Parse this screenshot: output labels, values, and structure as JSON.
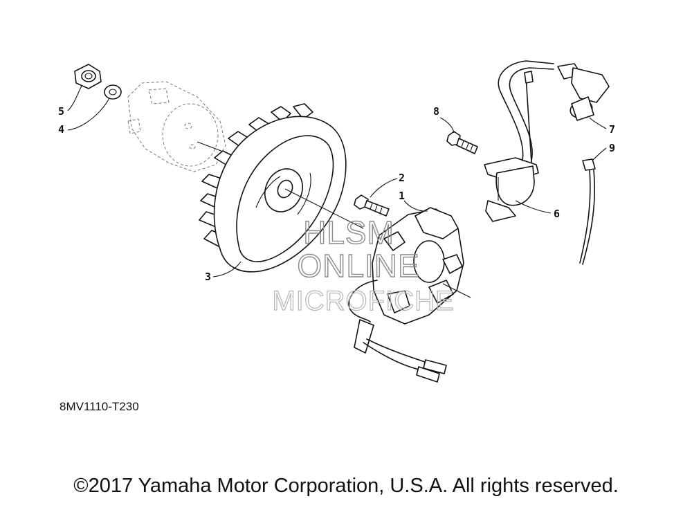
{
  "diagram": {
    "callouts": [
      {
        "id": "1",
        "label": "1"
      },
      {
        "id": "2",
        "label": "2"
      },
      {
        "id": "3",
        "label": "3"
      },
      {
        "id": "4",
        "label": "4"
      },
      {
        "id": "5",
        "label": "5"
      },
      {
        "id": "6",
        "label": "6"
      },
      {
        "id": "7",
        "label": "7"
      },
      {
        "id": "8",
        "label": "8"
      },
      {
        "id": "9",
        "label": "9"
      }
    ],
    "drawing_code": "8MV1110-T230",
    "watermark": {
      "line1": "HLSM",
      "line2": "ONLINE",
      "line3": "MICROFICHE"
    },
    "copyright": "©2017 Yamaha Motor Corporation, U.S.A. All rights reserved."
  }
}
